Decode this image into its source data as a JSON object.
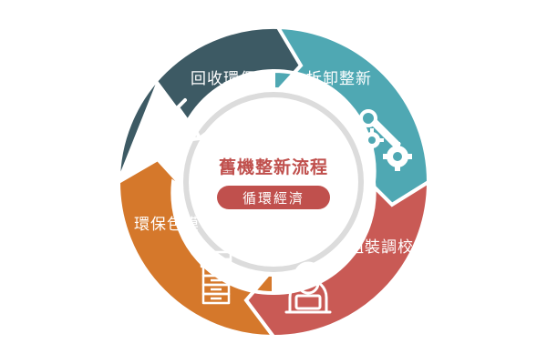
{
  "center": {
    "title": "舊機整新流程",
    "subtitle": "循環經濟"
  },
  "segments": [
    {
      "label": "回收環保",
      "icon": "recycle-icon"
    },
    {
      "label": "拆卸整新",
      "icon": "gears-wrench-icon"
    },
    {
      "label": "組裝調校",
      "icon": "technician-laptop-icon"
    },
    {
      "label": "環保包膜",
      "icon": "copier-machine-icon"
    }
  ],
  "colors": {
    "recycle": "#3d5a64",
    "disassemble": "#4fa8b3",
    "assemble": "#c95a55",
    "wrap": "#d5782b",
    "title": "#c0504d",
    "subtitle_bg": "#c0504d",
    "inner_ring": "#dcdcdc"
  }
}
